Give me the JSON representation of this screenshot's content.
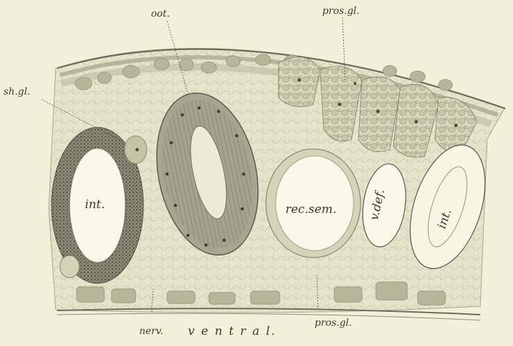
{
  "labels": {
    "oot": "oot.",
    "pros_gl_top": "pros.gl.",
    "sh_gl": "sh.gl.",
    "int_left": "int.",
    "rec_sem": "rec.sem.",
    "v_def": "v.def.",
    "int_right": "int.",
    "nerv": "nerv.",
    "ventral": "v e n t r a l.",
    "pros_gl_bottom": "pros.gl."
  },
  "colors": {
    "paper": "#f3efd9",
    "tissue": "#e6e2c8",
    "ink": "#4a4a3e",
    "stipple": "#7d7c6c",
    "lumen": "#fbf8ea"
  }
}
